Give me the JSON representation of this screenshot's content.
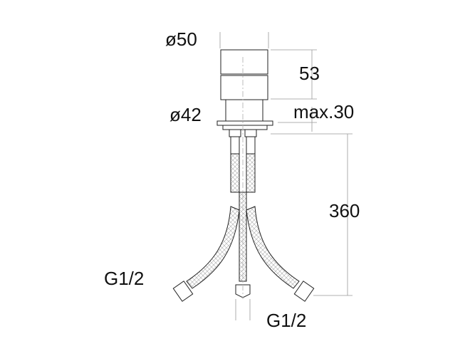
{
  "diagram": {
    "type": "technical drawing",
    "subject": "deck-mounted valve body with flexible supply hoses",
    "labels": {
      "top_diameter": "ø50",
      "height": "53",
      "lower_diameter": "ø42",
      "max_thickness": "max.30",
      "hose_length": "360",
      "left_connection": "G1/2",
      "bottom_connection": "G1/2"
    }
  }
}
